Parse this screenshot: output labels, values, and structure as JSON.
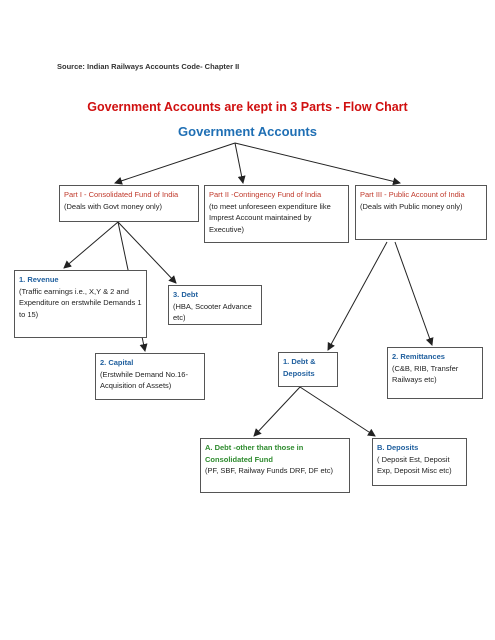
{
  "source": "Source: Indian Railways Accounts Code- Chapter II",
  "title": "Government Accounts are kept in 3 Parts - Flow Chart",
  "root": "Government Accounts",
  "colors": {
    "title": "#d01010",
    "root": "#1f6fb4",
    "part_heading": "#c0392b",
    "blue_heading": "#1f5f9e",
    "green_heading": "#2e8b2e",
    "box_border": "#555555",
    "arrow": "#222222"
  },
  "nodes": {
    "part1": {
      "heading": "Part I - Consolidated Fund of India",
      "body": "(Deals with Govt money only)"
    },
    "part2": {
      "heading": "Part II -Contingency Fund of India",
      "body": "(to meet unforeseen expenditure like Imprest Account maintained by Executive)"
    },
    "part3": {
      "heading": "Part III - Public Account of India",
      "body": "(Deals with Public money only)"
    },
    "revenue": {
      "heading": "1. Revenue",
      "body": "(Traffic earnings i.e., X,Y & 2 and Expenditure on erstwhile Demands 1 to 15)"
    },
    "debt": {
      "heading": "3. Debt",
      "body": "(HBA, Scooter Advance etc)"
    },
    "capital": {
      "heading": "2. Capital",
      "body": "(Erstwhile Demand No.16- Acquisition of Assets)"
    },
    "debt_deposits": {
      "heading": "1. Debt & Deposits",
      "body": ""
    },
    "remittances": {
      "heading": "2. Remittances",
      "body": "(C&B, RIB, Transfer Railways etc)"
    },
    "debt_other": {
      "heading": "A. Debt -other than those in Consolidated Fund",
      "body": "(PF, SBF, Railway Funds DRF, DF etc)"
    },
    "deposits": {
      "heading": "B. Deposits",
      "body": "( Deposit Est, Deposit Exp, Deposit Misc etc)"
    }
  }
}
